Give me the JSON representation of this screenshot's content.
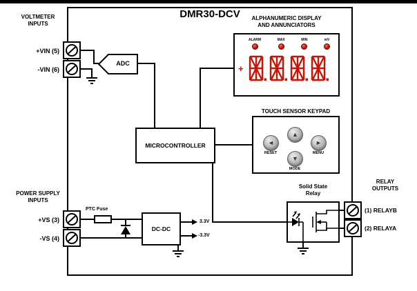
{
  "title": "DMR30-DCV",
  "accent_color": "#cc1100",
  "voltmeter": {
    "heading": [
      "VOLTMETER",
      "INPUTS"
    ],
    "terminals": [
      "+VIN (5)",
      "-VIN (6)"
    ]
  },
  "adc": {
    "label": "ADC"
  },
  "micro": {
    "label": "MICROCONTROLLER"
  },
  "display": {
    "heading": [
      "ALPHANUMERIC DISPLAY",
      "AND ANNUNCIATORS"
    ],
    "annunciators": [
      "ALARM",
      "MAX",
      "MIN",
      "mV"
    ],
    "sign": "+",
    "digits": "8.8.8.8.",
    "segment_color": "#cc1100",
    "led_color": "#cc1100"
  },
  "keypad": {
    "heading": "TOUCH SENSOR KEYPAD",
    "buttons": [
      {
        "id": "reset",
        "label": "RESET",
        "glyph": "◄"
      },
      {
        "id": "up",
        "label": "",
        "glyph": "▲"
      },
      {
        "id": "menu",
        "label": "MENU",
        "glyph": "►"
      },
      {
        "id": "mode",
        "label": "MODE",
        "glyph": "▼"
      }
    ]
  },
  "power": {
    "heading": [
      "POWER SUPPLY",
      "INPUTS"
    ],
    "terminals": [
      "+VS (3)",
      "-VS (4)"
    ],
    "fuse": "PTC Fuse",
    "dcdc": "DC-DC",
    "rails": [
      "3.3V",
      "-3.3V"
    ]
  },
  "ssr": {
    "heading": [
      "Solid State",
      "Relay"
    ]
  },
  "relay_outputs": {
    "heading": [
      "RELAY",
      "OUTPUTS"
    ],
    "terminals": [
      "(1) RELAYB",
      "(2) RELAYA"
    ]
  }
}
